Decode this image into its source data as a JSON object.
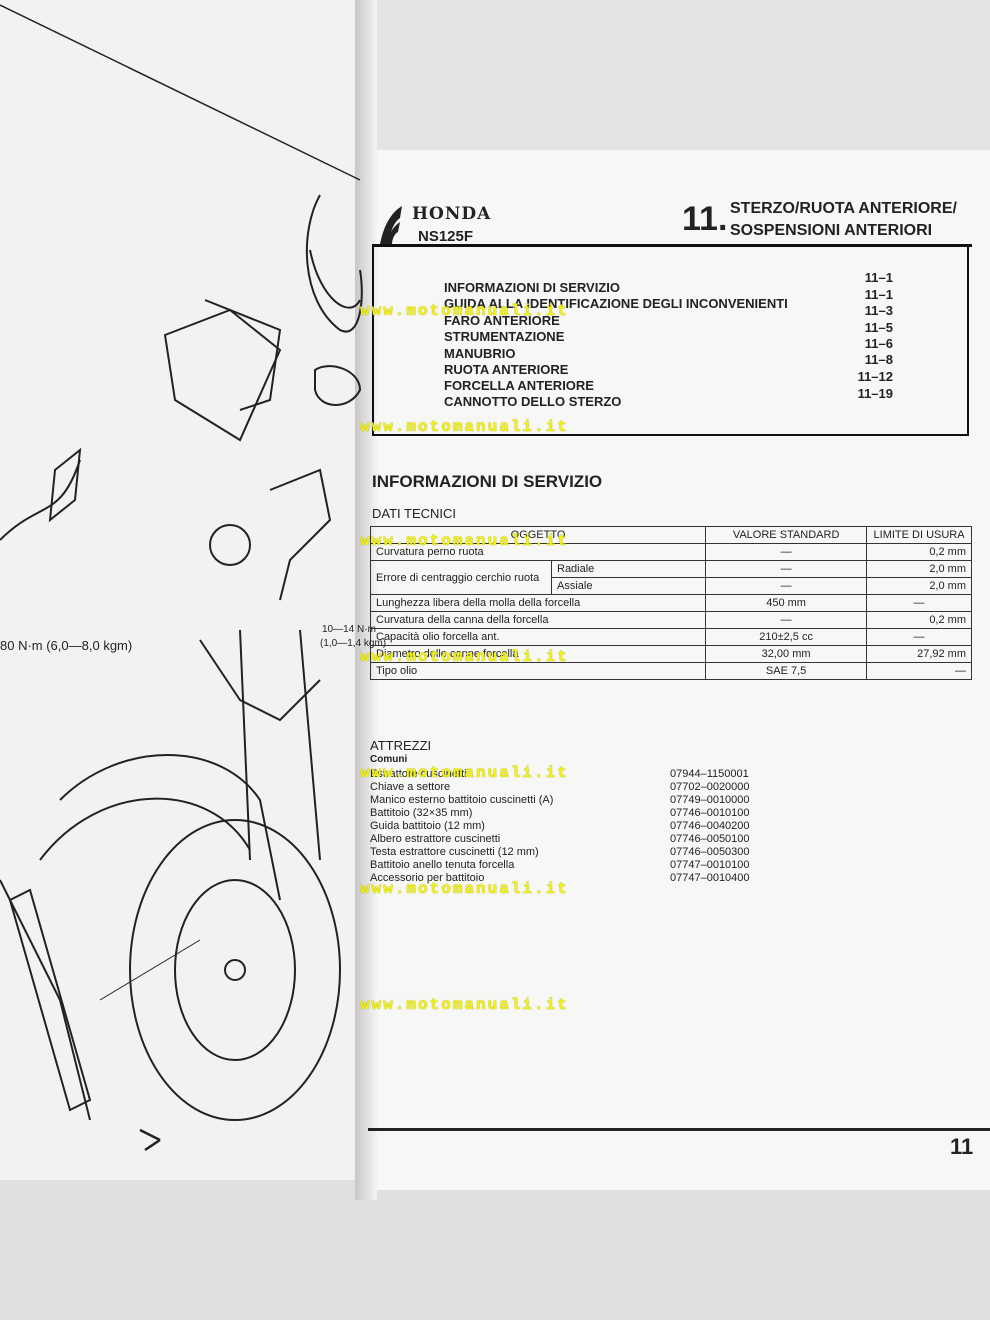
{
  "left_page": {
    "torque_label": "80 N·m (6,0—8,0 kgm)",
    "torque_small_1": "10—14 N·m",
    "torque_small_2": "(1,0—1,4 kgm)"
  },
  "header": {
    "brand": "HONDA",
    "model": "NS125F",
    "chapter_number": "11.",
    "chapter_title_line1": "STERZO/RUOTA ANTERIORE/",
    "chapter_title_line2": "SOSPENSIONI ANTERIORI"
  },
  "toc": [
    {
      "label": "INFORMAZIONI DI SERVIZIO",
      "page": "11–1"
    },
    {
      "label": "GUIDA ALLA IDENTIFICAZIONE DEGLI INCONVENIENTI",
      "page": "11–1"
    },
    {
      "label": "FARO ANTERIORE",
      "page": "11–3"
    },
    {
      "label": "STRUMENTAZIONE",
      "page": "11–5"
    },
    {
      "label": "MANUBRIO",
      "page": "11–6"
    },
    {
      "label": "RUOTA ANTERIORE",
      "page": "11–8"
    },
    {
      "label": "FORCELLA ANTERIORE",
      "page": "11–12"
    },
    {
      "label": "CANNOTTO DELLO STERZO",
      "page": "11–19"
    }
  ],
  "service_info": {
    "title": "INFORMAZIONI DI SERVIZIO",
    "subtitle": "DATI TECNICI",
    "columns": [
      "OGGETTO",
      "VALORE STANDARD",
      "LIMITE DI USURA"
    ],
    "rows": {
      "r1": {
        "item": "Curvatura perno ruota",
        "std": "—",
        "limit": "0,2 mm"
      },
      "r2": {
        "item": "Errore di centraggio cerchio ruota",
        "sub": "Radiale",
        "std": "—",
        "limit": "2,0 mm"
      },
      "r3": {
        "sub": "Assiale",
        "std": "—",
        "limit": "2,0 mm"
      },
      "r4": {
        "item": "Lunghezza libera della molla della forcella",
        "std": "450 mm",
        "limit": "—"
      },
      "r5": {
        "item": "Curvatura della canna della forcella",
        "std": "—",
        "limit": "0,2 mm"
      },
      "r6": {
        "item": "Capacità olio forcella ant.",
        "std": "210±2,5 cc",
        "limit": "—"
      },
      "r7": {
        "item": "Diametro delle canne forcella",
        "std": "32,00 mm",
        "limit": "27,92 mm"
      },
      "r8": {
        "item": "Tipo olio",
        "std": "SAE 7,5",
        "limit": "—"
      }
    }
  },
  "tools": {
    "title": "ATTREZZI",
    "subtitle": "Comuni",
    "items": [
      {
        "name": "Estrattore cuscinetti",
        "code": "07944–1150001"
      },
      {
        "name": "Chiave a settore",
        "code": "07702–0020000"
      },
      {
        "name": "Manico esterno battitoio cuscinetti (A)",
        "code": "07749–0010000"
      },
      {
        "name": "Battitoio (32×35 mm)",
        "code": "07746–0010100"
      },
      {
        "name": "Guida battitoio (12 mm)",
        "code": "07746–0040200"
      },
      {
        "name": "Albero estrattore cuscinetti",
        "code": "07746–0050100"
      },
      {
        "name": "Testa estrattore cuscinetti (12 mm)",
        "code": "07746–0050300"
      },
      {
        "name": "Battitoio anello tenuta forcella",
        "code": "07747–0010100"
      },
      {
        "name": "Accessorio per battitoio",
        "code": "07747–0010400"
      }
    ]
  },
  "watermark": "www.motomanuali.it",
  "page_number": "11",
  "colors": {
    "watermark": "#f3f30a",
    "ink": "#222222",
    "paper": "#f7f7f5"
  }
}
